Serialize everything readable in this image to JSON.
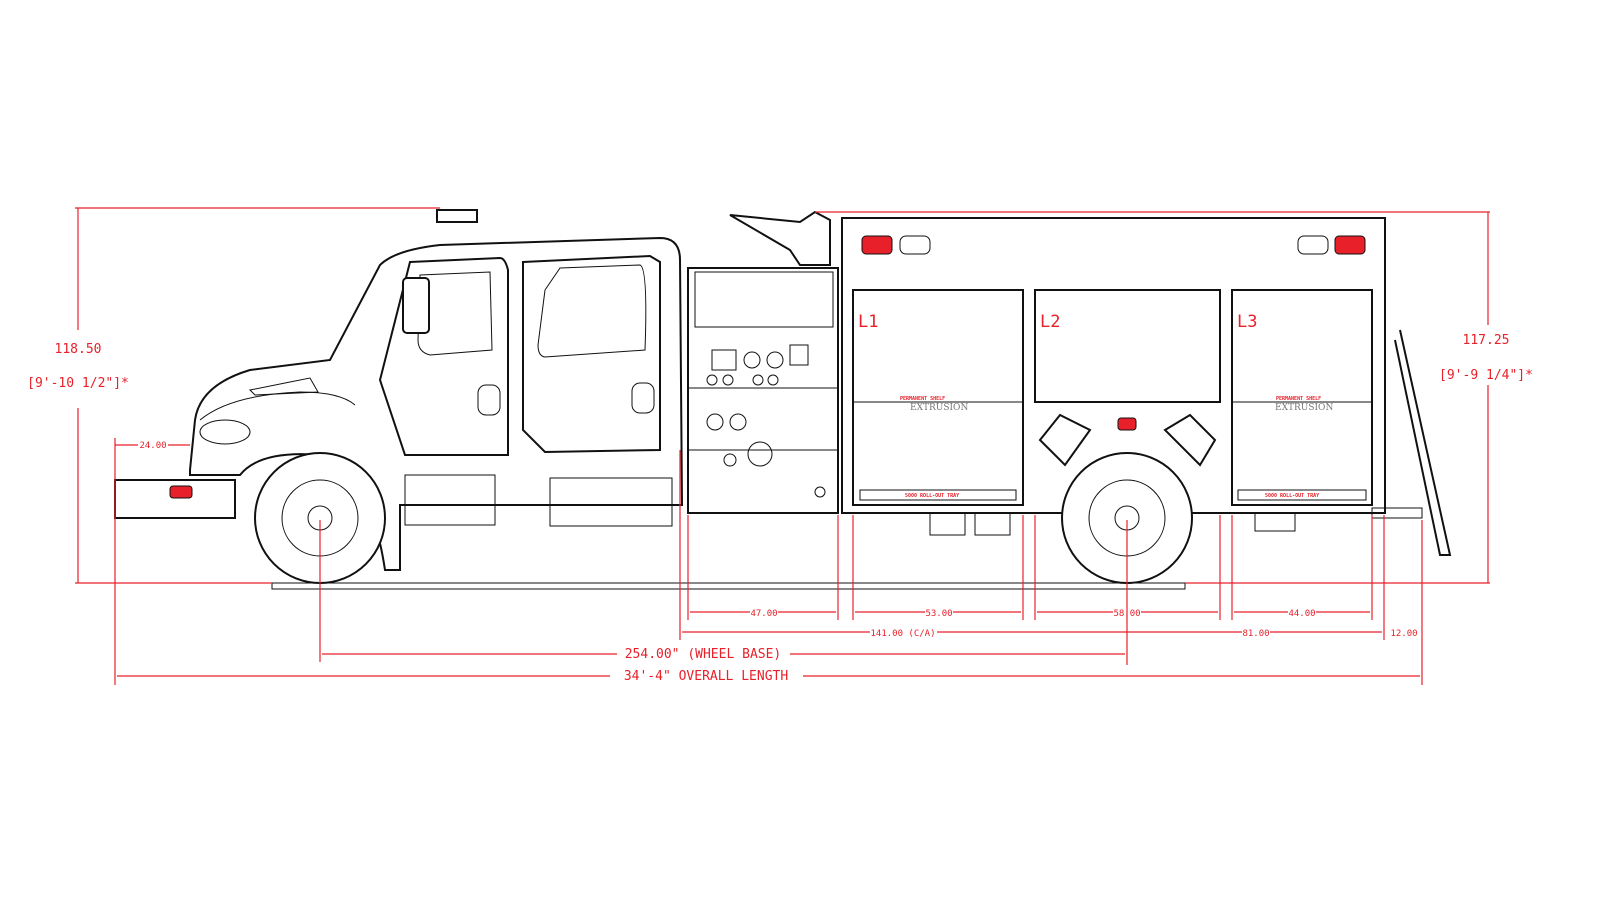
{
  "dimensions": {
    "front_height": "118.50",
    "front_height_ft": "[9'-10 1/2\"]*",
    "rear_height": "117.25",
    "rear_height_ft": "[9'-9 1/4\"]*",
    "front_overhang": "24.00",
    "pump_panel": "47.00",
    "l1_width": "53.00",
    "l2_width": "58.00",
    "l3_width": "44.00",
    "cab_to_axle": "141.00 (C/A)",
    "rear_overhang": "81.00",
    "rear_step": "12.00",
    "wheel_base": "254.00\" (WHEEL BASE)",
    "overall_length": "34'-4\" OVERALL LENGTH"
  },
  "compartments": [
    {
      "label": "L1",
      "shelf": "PERMANENT SHELF",
      "extrusion": "EXTRUSION",
      "tray": "5000 ROLL-OUT TRAY"
    },
    {
      "label": "L2"
    },
    {
      "label": "L3",
      "shelf": "PERMANENT SHELF",
      "extrusion": "EXTRUSION",
      "tray": "5000 ROLL-OUT TRAY"
    }
  ],
  "colors": {
    "dimension": "#e8202a",
    "line": "#111111",
    "light": "#e8202a"
  }
}
